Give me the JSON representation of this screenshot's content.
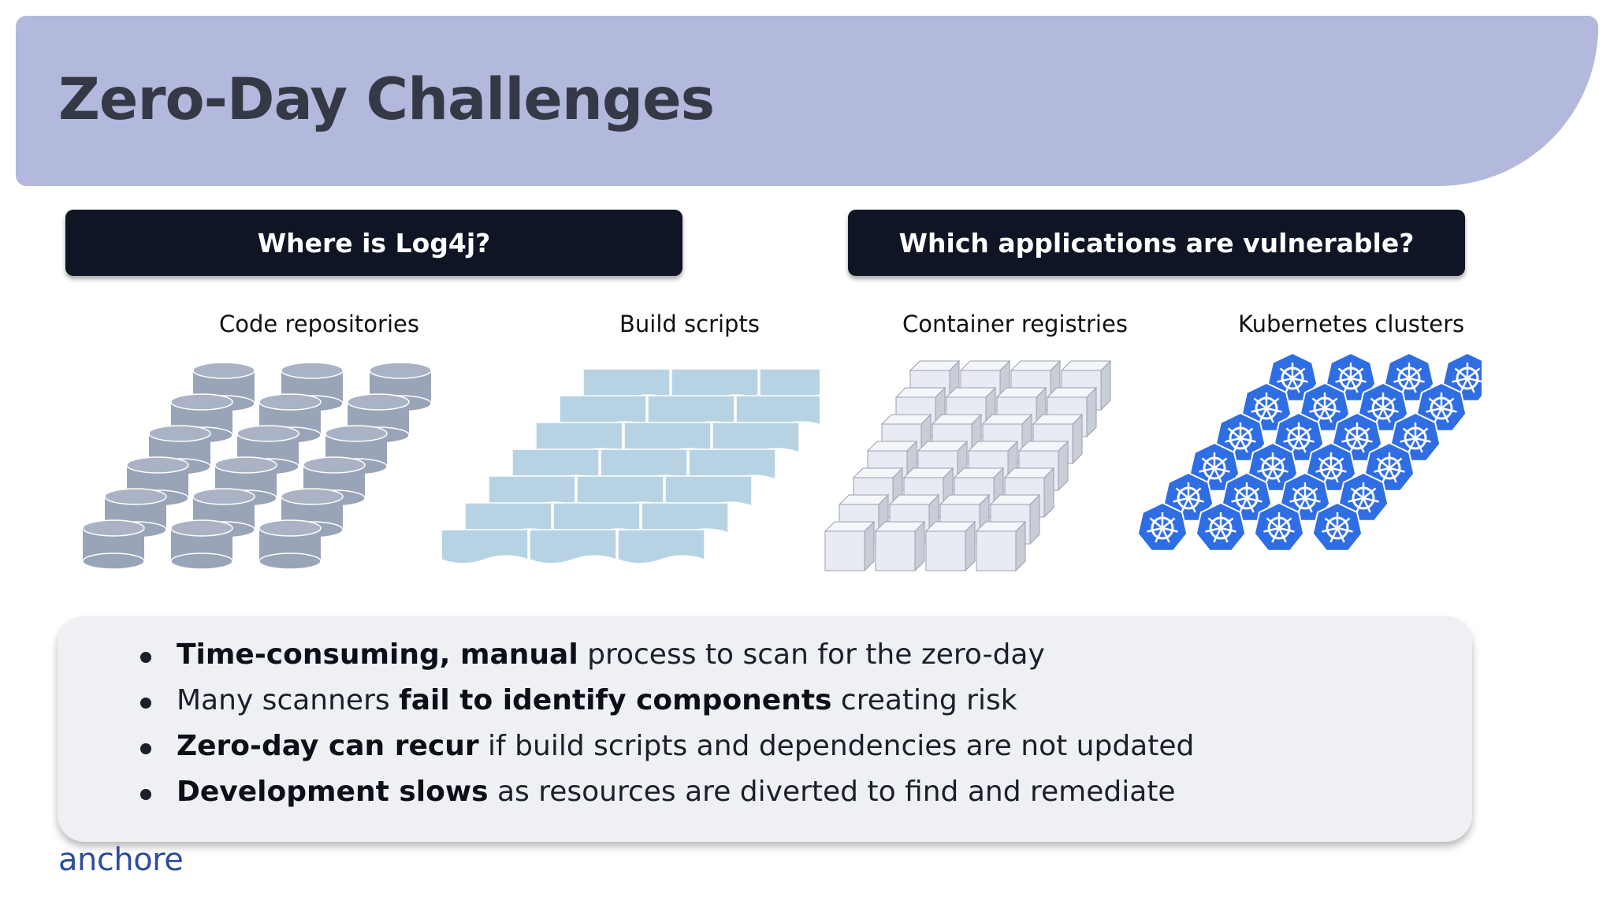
{
  "slide": {
    "title": "Zero-Day Challenges",
    "pills": {
      "left": "Where is Log4j?",
      "right": "Which applications are vulnerable?"
    },
    "categories": {
      "code": "Code repositories",
      "build": "Build scripts",
      "container": "Container registries",
      "kubernetes": "Kubernetes clusters"
    },
    "bullets": [
      {
        "bold_before": "Time-consuming, manual",
        "text": " process to scan for the zero-day",
        "bold_after": ""
      },
      {
        "bold_before": "",
        "text": "Many scanners ",
        "bold_after": "fail to identify components",
        "text_after": " creating risk"
      },
      {
        "bold_before": "Zero-day can recur",
        "text": " if build scripts and dependencies are not updated",
        "bold_after": ""
      },
      {
        "bold_before": "Development slows",
        "text": " as resources are diverted to find and remediate",
        "bold_after": ""
      }
    ],
    "logo": "anchore",
    "colors": {
      "banner": "#b3b8dd",
      "pill": "#0f1524",
      "database": "#9aa4b8",
      "scripts": "#b7d3e3",
      "containers": "#e8ebf3",
      "kubernetes": "#2f6de3",
      "logo": "#2d4f9c"
    },
    "icons": [
      "database-icon",
      "script-page-icon",
      "container-cube-icon",
      "kubernetes-helm-icon"
    ]
  }
}
